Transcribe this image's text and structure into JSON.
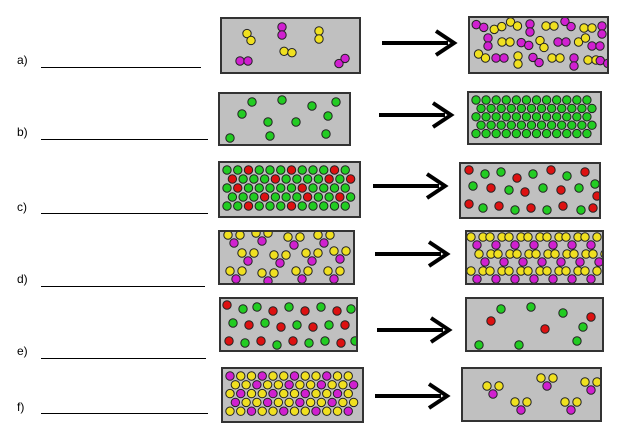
{
  "colors": {
    "yellow": "#f0e020",
    "magenta": "#d020d0",
    "green": "#22cc22",
    "red": "#dd1111",
    "box_fill": "#c0c0c0",
    "outline": "#222222"
  },
  "rows": [
    {
      "id": "a",
      "label": "a)"
    },
    {
      "id": "b",
      "label": "b)"
    },
    {
      "id": "c",
      "label": "c)"
    },
    {
      "id": "d",
      "label": "d)"
    },
    {
      "id": "e",
      "label": "e)"
    },
    {
      "id": "f",
      "label": "f)"
    }
  ]
}
